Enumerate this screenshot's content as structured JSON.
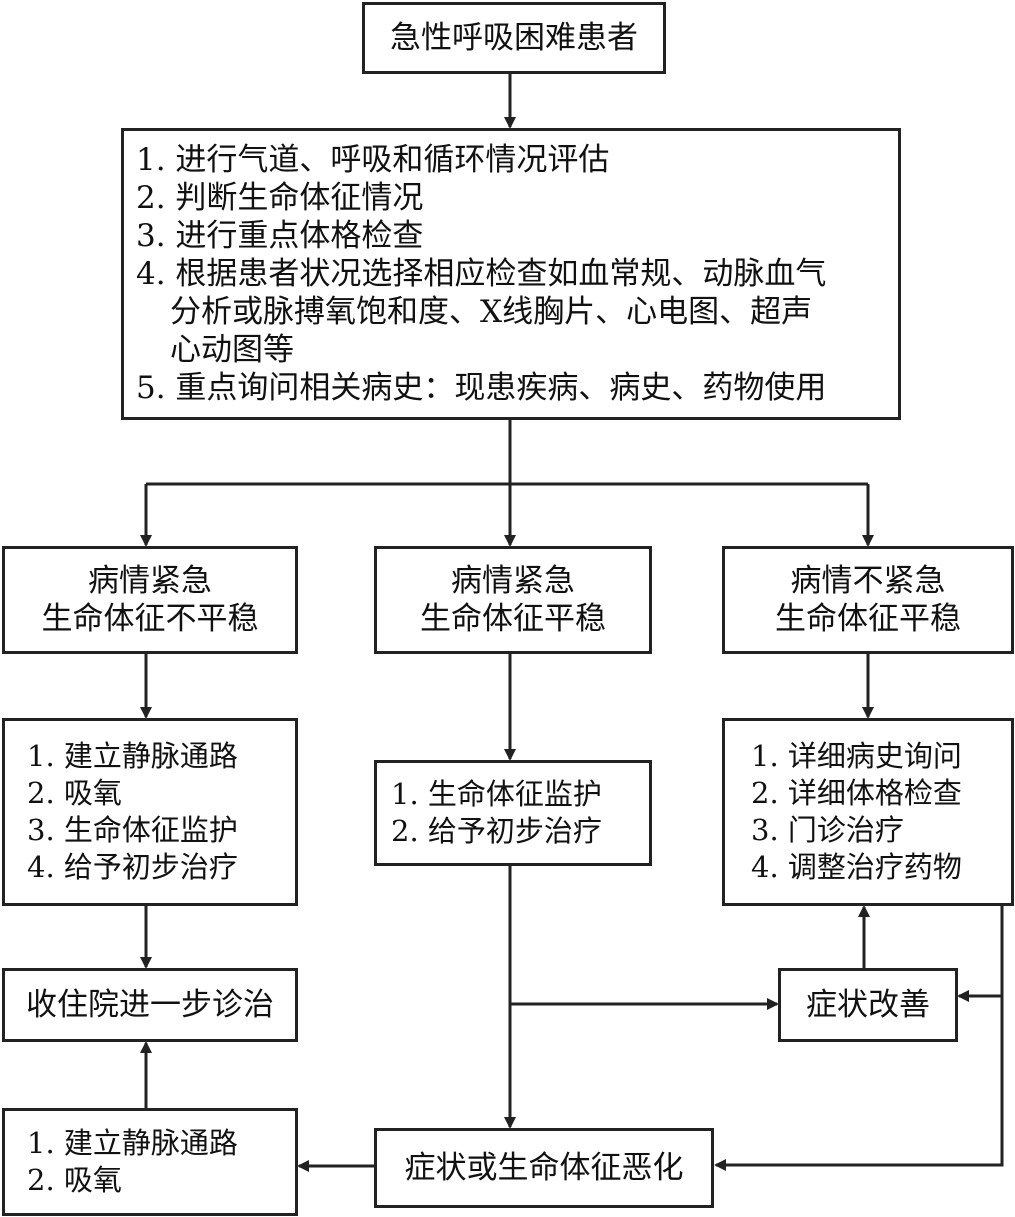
{
  "nodes": {
    "start": {
      "text": "急性呼吸困难患者"
    },
    "assessment": {
      "lines": [
        "1. 进行气道、呼吸和循环情况评估",
        "2. 判断生命体征情况",
        "3. 进行重点体格检查",
        "4. 根据患者状况选择相应检查如血常规、动脉血气",
        "分析或脉搏氧饱和度、X线胸片、心电图、超声",
        "心动图等",
        "5. 重点询问相关病史：现患疾病、病史、药物使用"
      ]
    },
    "left_condition": {
      "line1": "病情紧急",
      "line2": "生命体征不平稳"
    },
    "mid_condition": {
      "line1": "病情紧急",
      "line2": "生命体征平稳"
    },
    "right_condition": {
      "line1": "病情不紧急",
      "line2": "生命体征平稳"
    },
    "left_actions": {
      "lines": [
        "1. 建立静脉通路",
        "2. 吸氧",
        "3. 生命体征监护",
        "4. 给予初步治疗"
      ]
    },
    "mid_actions": {
      "lines": [
        "1. 生命体征监护",
        "2. 给予初步治疗"
      ]
    },
    "right_actions": {
      "lines": [
        "1. 详细病史询问",
        "2. 详细体格检查",
        "3. 门诊治疗",
        "4. 调整治疗药物"
      ]
    },
    "admit": {
      "text": "收住院进一步诊治"
    },
    "improve": {
      "text": "症状改善"
    },
    "worsen": {
      "text": "症状或生命体征恶化"
    },
    "bottom_left_actions": {
      "lines": [
        "1. 建立静脉通路",
        "2. 吸氧"
      ]
    }
  },
  "colors": {
    "stroke": "#222222",
    "text": "#111111",
    "background": "#ffffff"
  }
}
